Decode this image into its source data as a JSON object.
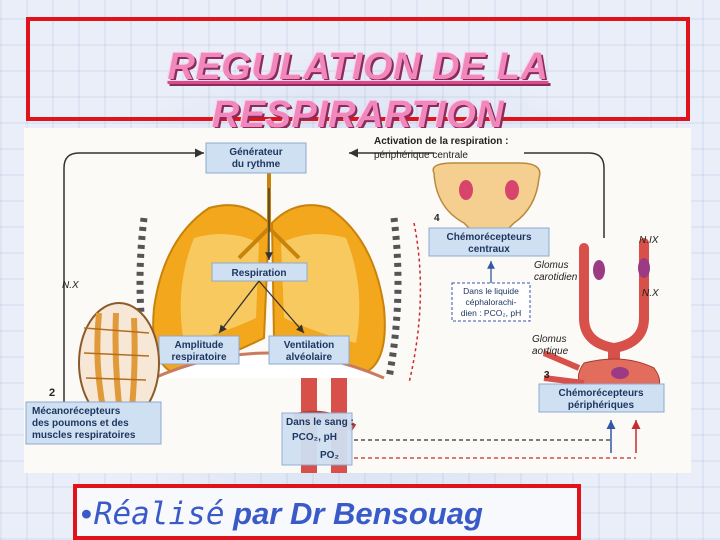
{
  "slide": {
    "title_line1": "REGULATION DE LA",
    "title_line2": "RESPIRARTION",
    "footer_bullet": "•",
    "footer_first": "Réalisé",
    "footer_rest": " par Dr Bensouag"
  },
  "diagram": {
    "generator": [
      "Générateur",
      "du rythme"
    ],
    "activation": [
      "Activation de la respiration :",
      "périphérique centrale"
    ],
    "respiration": "Respiration",
    "amplitude": [
      "Amplitude",
      "respiratoire"
    ],
    "ventilation": [
      "Ventilation",
      "alvéolaire"
    ],
    "chemo_central": [
      "Chémorécepteurs",
      "centraux"
    ],
    "csf": [
      "Dans le liquide",
      "céphalorachi-",
      "dien : PCO₂, pH"
    ],
    "glomus_carotid": [
      "Glomus",
      "carotidien"
    ],
    "glomus_aortic": [
      "Glomus",
      "aortique"
    ],
    "chemo_peripheral": [
      "Chémorécepteurs",
      "périphériques"
    ],
    "mechano": [
      "Mécanorécepteurs",
      "des poumons et des",
      "muscles respiratoires"
    ],
    "blood": [
      "Dans le sang :",
      "PCO₂, pH",
      "PO₂"
    ],
    "nerve_x_left": "N.X",
    "nerve_ix": "N.IX",
    "nerve_x_right": "N.X",
    "num_2": "2",
    "num_3": "3",
    "num_4": "4"
  },
  "colors": {
    "frame_red": "#e0131b",
    "title_pink": "#f088be",
    "footer_blue": "#3a5bc7",
    "box_blue": "#cfe0f2",
    "lung_orange": "#f2a71c",
    "vessel_red": "#d8504a"
  }
}
